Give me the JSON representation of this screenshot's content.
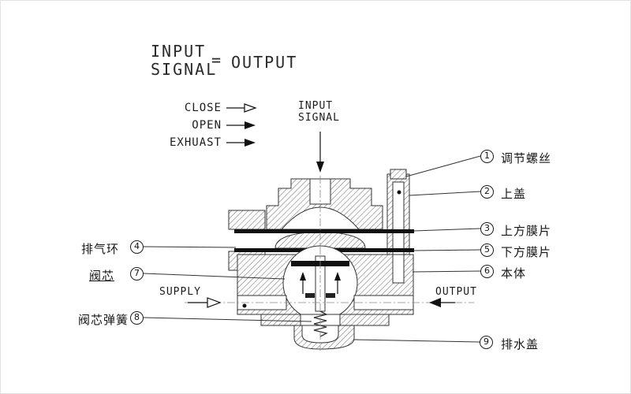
{
  "heading": {
    "input": "INPUT",
    "signal": "SIGNAL",
    "equals": "=",
    "output": "OUTPUT"
  },
  "legend": {
    "close": "CLOSE",
    "open": "OPEN",
    "exhaust": "EXHUAST"
  },
  "input_signal": {
    "line1": "INPUT",
    "line2": "SIGNAL"
  },
  "ports": {
    "supply": "SUPPLY",
    "output": "OUTPUT"
  },
  "callouts": {
    "right": [
      {
        "num": "1",
        "label": "调节螺丝"
      },
      {
        "num": "2",
        "label": "上盖"
      },
      {
        "num": "3",
        "label": "上方膜片"
      },
      {
        "num": "5",
        "label": "下方膜片"
      },
      {
        "num": "6",
        "label": "本体"
      },
      {
        "num": "9",
        "label": "排水盖"
      }
    ],
    "left": [
      {
        "num": "4",
        "label": "排气环"
      },
      {
        "num": "7",
        "label": "阀芯"
      },
      {
        "num": "8",
        "label": "阀芯弹簧"
      }
    ]
  },
  "colors": {
    "line": "#333333",
    "fill_dark": "#111111",
    "background": "#ffffff"
  }
}
